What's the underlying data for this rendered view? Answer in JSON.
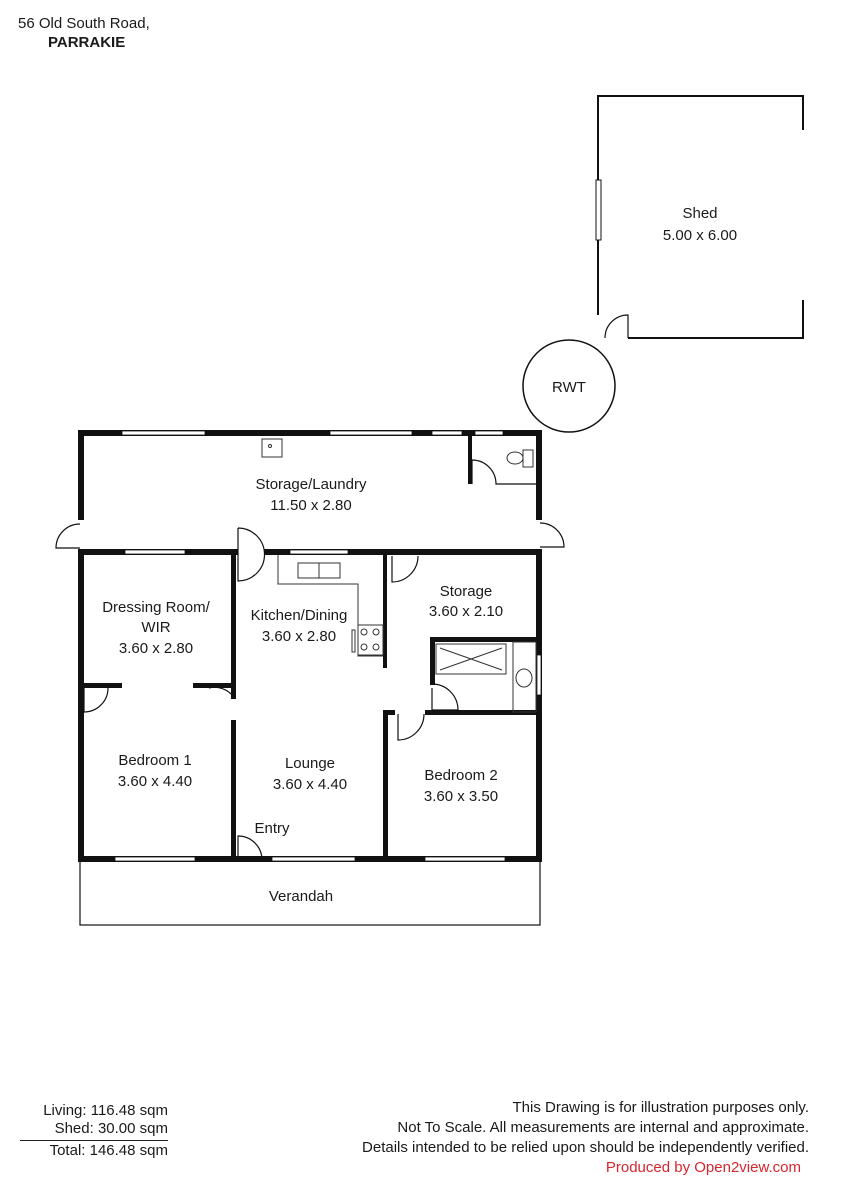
{
  "header": {
    "street": "56 Old South Road,",
    "suburb": "PARRAKIE"
  },
  "rooms": {
    "shed": {
      "name": "Shed",
      "dims": "5.00 x 6.00"
    },
    "rwt": {
      "name": "RWT"
    },
    "laundry": {
      "name": "Storage/Laundry",
      "dims": "11.50 x 2.80"
    },
    "dressing": {
      "name": "Dressing Room/",
      "name2": "WIR",
      "dims": "3.60 x 2.80"
    },
    "kitchen": {
      "name": "Kitchen/Dining",
      "dims": "3.60 x 2.80"
    },
    "storage": {
      "name": "Storage",
      "dims": "3.60 x 2.10"
    },
    "bedroom1": {
      "name": "Bedroom 1",
      "dims": "3.60 x 4.40"
    },
    "lounge": {
      "name": "Lounge",
      "dims": "3.60 x 4.40"
    },
    "bedroom2": {
      "name": "Bedroom 2",
      "dims": "3.60 x 3.50"
    },
    "entry": {
      "name": "Entry"
    },
    "verandah": {
      "name": "Verandah"
    }
  },
  "areas": {
    "living": "Living: 116.48 sqm",
    "shed": "Shed:  30.00 sqm",
    "total": "Total:   146.48 sqm"
  },
  "disclaimer": {
    "line1": "This Drawing is for illustration purposes only.",
    "line2": "Not To Scale. All measurements are internal and approximate.",
    "line3": "Details intended to be relied upon should be independently verified.",
    "produced": "Produced by Open2view.com"
  },
  "colors": {
    "wall": "#111111",
    "credit": "#d9252e"
  }
}
